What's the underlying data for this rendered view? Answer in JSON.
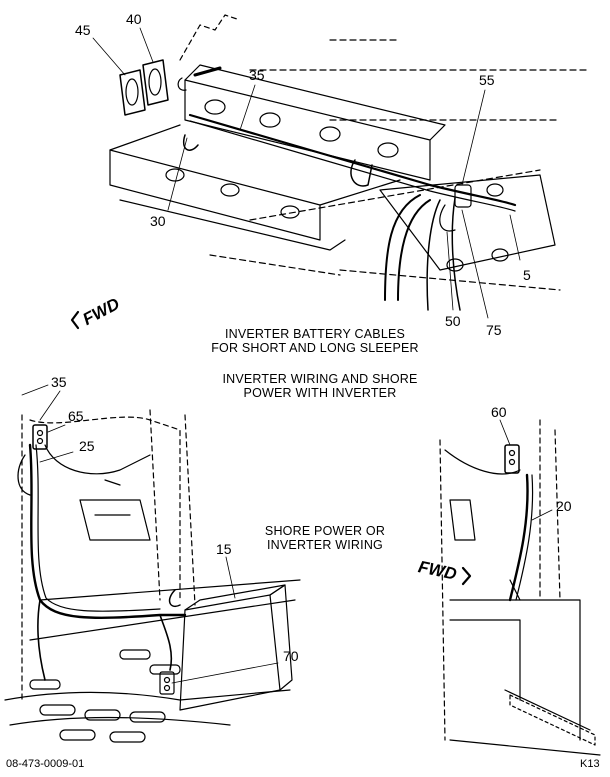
{
  "captions": {
    "battery_cables": [
      "INVERTER BATTERY CABLES",
      "FOR SHORT AND LONG SLEEPER"
    ],
    "inverter_wiring": [
      "INVERTER WIRING AND SHORE",
      "POWER WITH INVERTER"
    ],
    "shore_power": [
      "SHORE POWER OR",
      "INVERTER WIRING"
    ]
  },
  "callouts": {
    "c45": "45",
    "c40": "40",
    "c35_top": "35",
    "c55": "55",
    "c30": "30",
    "c5": "5",
    "c50": "50",
    "c75": "75",
    "c35_left": "35",
    "c65": "65",
    "c25": "25",
    "c60": "60",
    "c20": "20",
    "c15": "15",
    "c70": "70"
  },
  "fwd": {
    "top": "FWD",
    "bottom": "FWD"
  },
  "footer": {
    "doc_number": "08-473-0009-01",
    "page": "K13"
  }
}
